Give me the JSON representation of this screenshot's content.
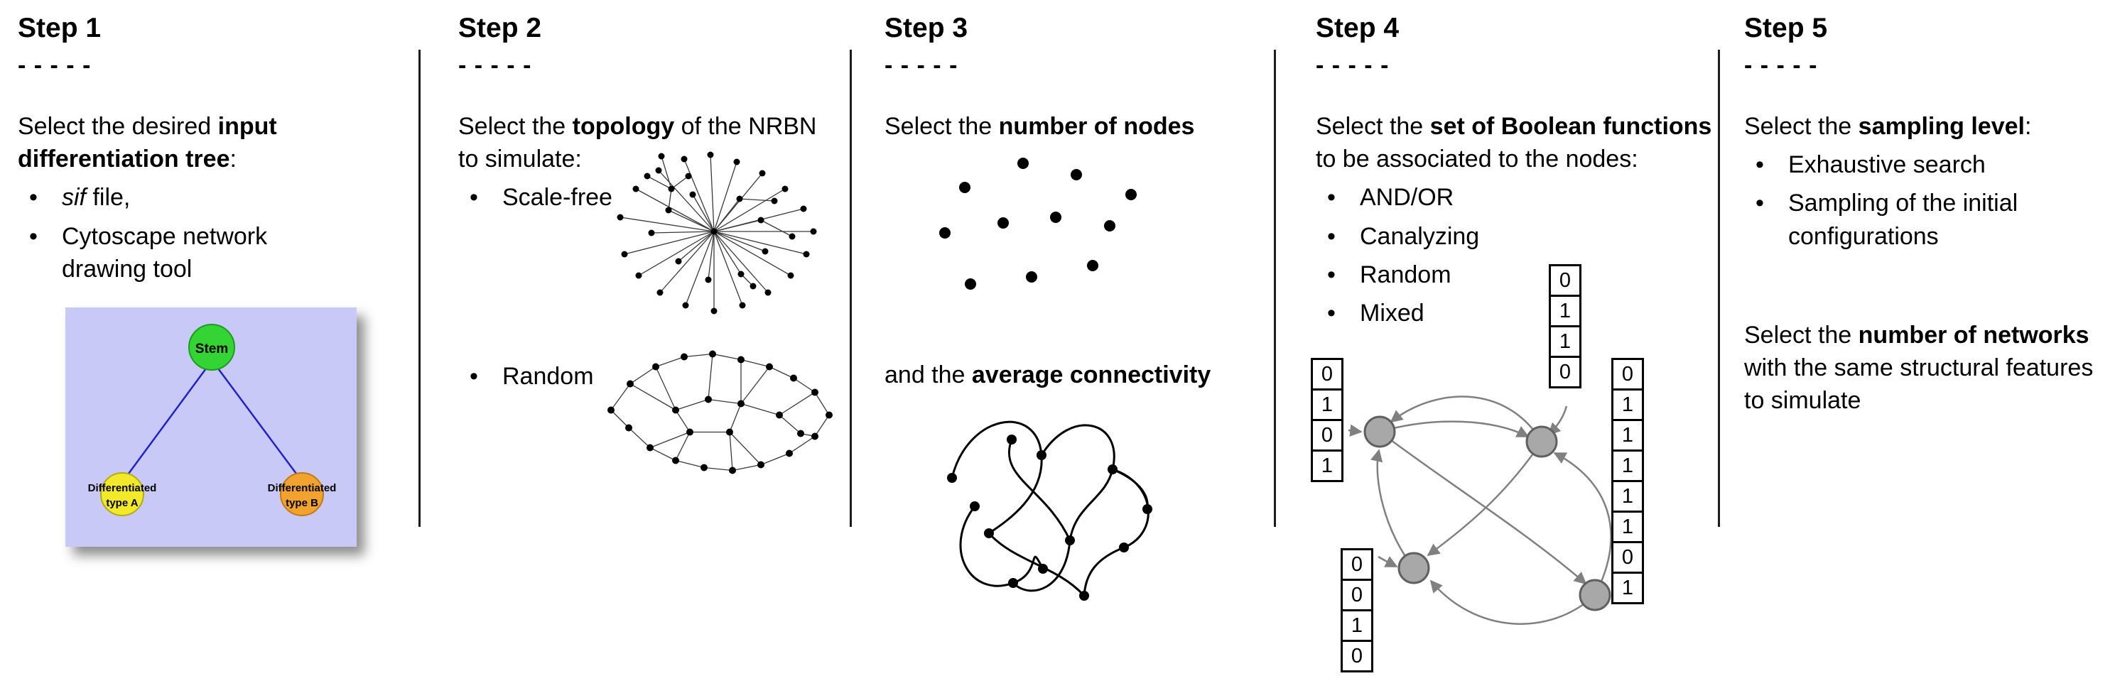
{
  "step1": {
    "title": "Step 1",
    "dashes": "- - - - -",
    "intro": [
      "Select the desired ",
      "input differentiation tree",
      ":"
    ],
    "bullet_sif": [
      "sif",
      " file,"
    ],
    "bullet_cytoscape": "Cytoscape network drawing tool",
    "tree": {
      "stem": "Stem",
      "type_a": [
        "Differentiated",
        "type A"
      ],
      "type_b": [
        "Differentiated",
        "type B"
      ]
    }
  },
  "step2": {
    "title": "Step 2",
    "dashes": "- - - - -",
    "intro": [
      "Select the ",
      "topology",
      " of the NRBN to simulate:"
    ],
    "bullets": [
      "Scale-free",
      "Random"
    ]
  },
  "step3": {
    "title": "Step 3",
    "dashes": "- - - - -",
    "heading_nodes": [
      "Select the ",
      "number of nodes"
    ],
    "heading_connectivity": [
      "and the ",
      "average connectivity"
    ]
  },
  "step4": {
    "title": "Step 4",
    "dashes": "- - - - -",
    "intro": [
      "Select the ",
      "set of Boolean functions",
      " to be associated to the nodes:"
    ],
    "bullets": [
      "AND/OR",
      "Canalyzing",
      "Random",
      "Mixed"
    ],
    "truth_tables": {
      "top": [
        "0",
        "1",
        "1",
        "0"
      ],
      "left": [
        "0",
        "1",
        "0",
        "1"
      ],
      "bottom_left": [
        "0",
        "0",
        "1",
        "0"
      ],
      "right": [
        "0",
        "1",
        "1",
        "1",
        "1",
        "1",
        "0",
        "1"
      ]
    }
  },
  "step5": {
    "title": "Step 5",
    "dashes": "- - - - -",
    "heading_sampling": [
      "Select the ",
      "sampling level",
      ":"
    ],
    "bullets": [
      "Exhaustive search",
      "Sampling of the initial configurations"
    ],
    "paragraph_networks": [
      "Select the ",
      "number of networks",
      " with the same structural features to simulate"
    ]
  },
  "colors": {
    "tree_background": "#c9c9f8",
    "stem_green": "#33d433",
    "type_a_yellow": "#f2e92b",
    "type_b_orange": "#f2a22e",
    "tree_edge_blue": "#2222cc",
    "graph_node_gray": "#a8a8a8",
    "graph_edge_gray": "#808080"
  }
}
